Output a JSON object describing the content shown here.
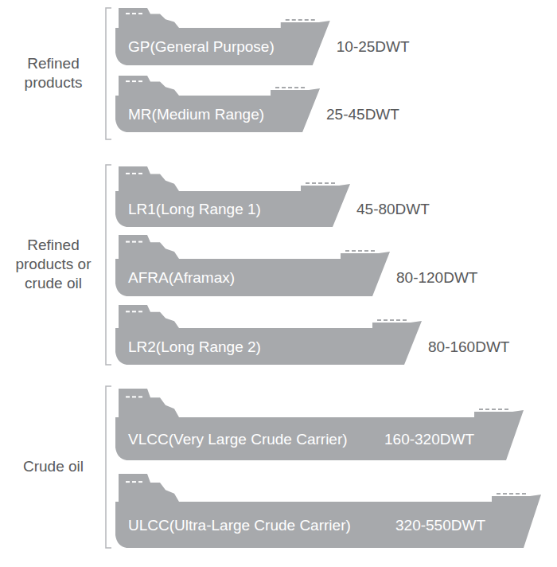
{
  "diagram": {
    "nodes": [
      {
        "text": [
          "GP(General Purpose)",
          "10-25DWT"
        ]
      },
      {
        "text": [
          "MR(Medium Range)",
          "25-45DWT"
        ]
      },
      {
        "text": [
          "LR1(Long Range 1)",
          "45-80DWT"
        ]
      },
      {
        "text": [
          "AFRA(Aframax)",
          "80-120DWT"
        ]
      },
      {
        "text": [
          "LR2(Long Range 2)",
          "80-160DWT"
        ]
      },
      {
        "text": [
          "VLCC(Very Large Crude Carrier)",
          "160-320DWT"
        ]
      },
      {
        "text": [
          "ULCC(Ultra-Large Crude Carrier)",
          "320-550DWT"
        ]
      }
    ],
    "labels": [
      "Refined products",
      "Refined products or crude oil",
      "Crude oil"
    ]
  }
}
